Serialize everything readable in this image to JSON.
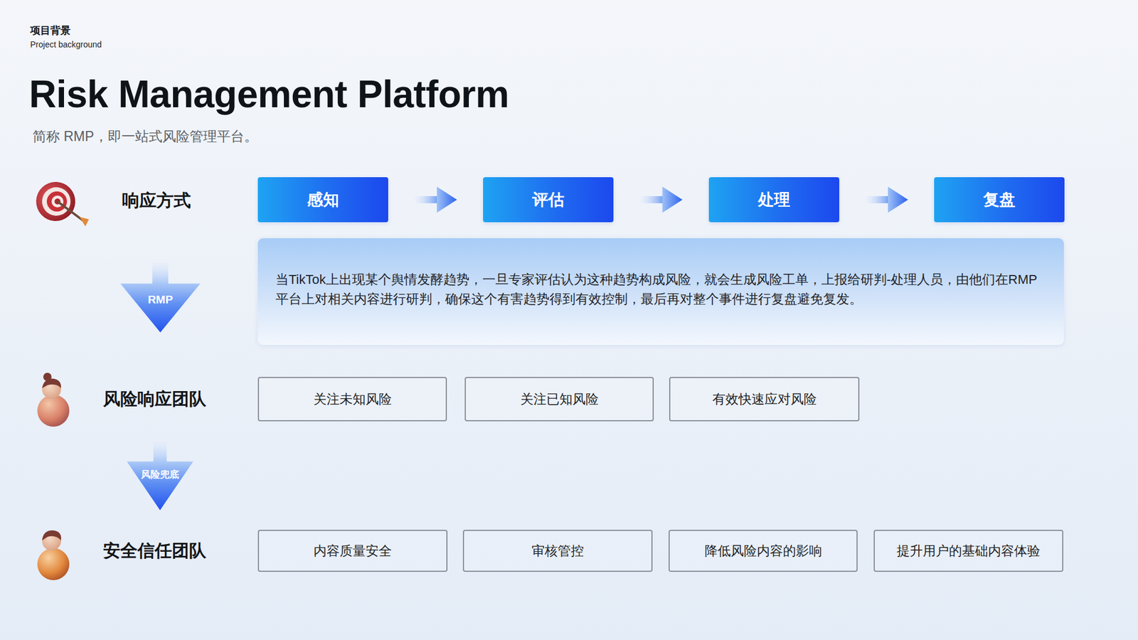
{
  "diagram": {
    "title": "Risk Management Platform",
    "caption": "简称 RMP，即一站式风险管理平台。",
    "nodes": [
      {
        "text": [
          "感知"
        ]
      },
      {
        "text": [
          "评估"
        ]
      },
      {
        "text": [
          "处理"
        ]
      },
      {
        "text": [
          "复盘"
        ]
      },
      {
        "text": [
          "RMP"
        ]
      },
      {
        "text": [
          "当TikTok上出现某个舆情发酵趋势，一旦专家评估认为这种趋势构成风险，就会生成风险工单，上报给研判-处理人员，由他们在RMP平台上对相关内容进行研判，确保这个有害趋势得到有效控制，最后再对整个事件进行复盘避免复发。"
        ]
      },
      {
        "text": [
          "关注未知风险"
        ]
      },
      {
        "text": [
          "关注已知风险"
        ]
      },
      {
        "text": [
          "有效快速应对风险"
        ]
      },
      {
        "text": [
          "风险兜底"
        ]
      },
      {
        "text": [
          "内容质量安全"
        ]
      },
      {
        "text": [
          "审核管控"
        ]
      },
      {
        "text": [
          "降低风险内容的影响"
        ]
      },
      {
        "text": [
          "提升用户的基础内容体验"
        ]
      }
    ],
    "edges": [
      {
        "from": 0,
        "to": 1,
        "arrow": "to"
      },
      {
        "from": 1,
        "to": 2,
        "arrow": "to"
      },
      {
        "from": 2,
        "to": 3,
        "arrow": "to"
      }
    ],
    "labels": [
      "项目背景",
      "Project background",
      "响应方式",
      "风险响应团队",
      "安全信任团队"
    ]
  }
}
